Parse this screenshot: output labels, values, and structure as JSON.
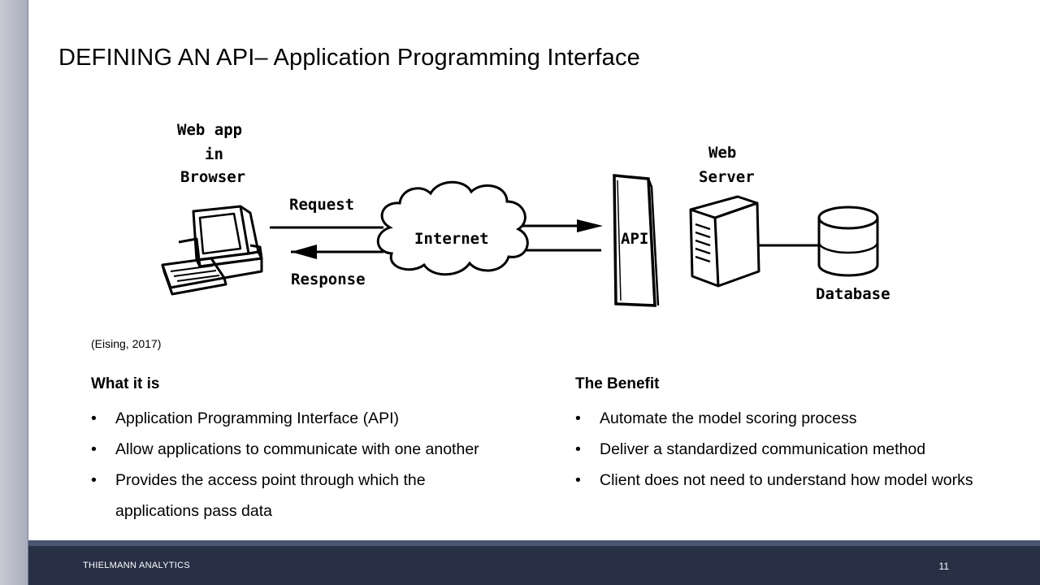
{
  "slide": {
    "title": "DEFINING AN API– Application Programming Interface",
    "citation": "(Eising, 2017)"
  },
  "diagram": {
    "browser_label": [
      "Web app",
      "in",
      "Browser"
    ],
    "request_label": "Request",
    "response_label": "Response",
    "internet_label": "Internet",
    "api_label": "API",
    "server_label": [
      "Web",
      "Server"
    ],
    "database_label": "Database"
  },
  "left_column": {
    "heading": "What it is",
    "items": [
      "Application Programming Interface (API)",
      "Allow applications to communicate with one another",
      "Provides the access point through which the applications pass data"
    ]
  },
  "right_column": {
    "heading": "The Benefit",
    "items": [
      "Automate the model scoring process",
      "Deliver a standardized communication method",
      "Client does not need to understand how model works"
    ]
  },
  "footer": {
    "brand": "THIELMANN ANALYTICS",
    "page_number": "11"
  },
  "colors": {
    "footer_bg": "#283046",
    "footer_band": "#4a5672",
    "left_strip": "#a9adbd"
  }
}
